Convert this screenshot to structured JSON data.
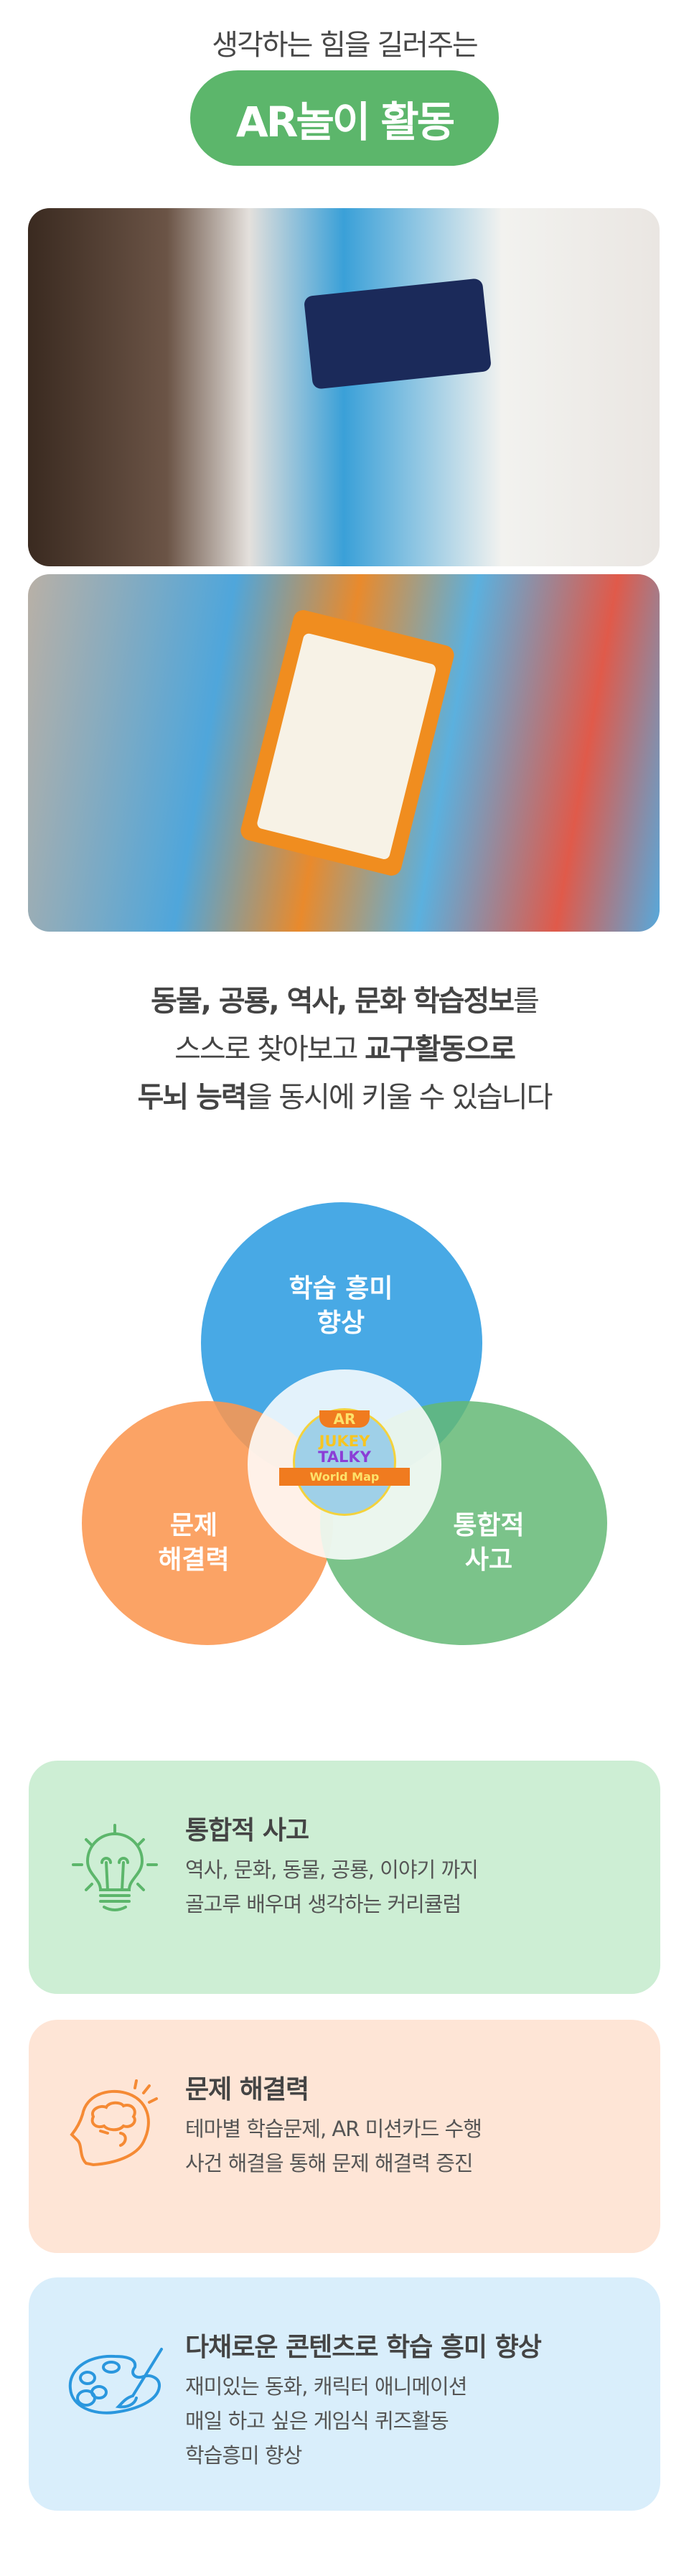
{
  "header": {
    "subtitle": "생각하는 힘을 길러주는",
    "pill_label": "AR놀이 활동",
    "accent": "#5cb66b"
  },
  "intro": {
    "line1_bold": "동물, 공룡, 역사, 문화 학습정보",
    "line1_rest": "를",
    "line2_rest": "스스로 찾아보고 ",
    "line2_bold": "교구활동으로",
    "line3_bold": "두뇌 능력",
    "line3_rest": "을 동시에 키울 수 있습니다"
  },
  "venn": {
    "top": [
      "학습 흥미",
      "향상"
    ],
    "left": [
      "문제",
      "해결력"
    ],
    "right": [
      "통합적",
      "사고"
    ],
    "logo": {
      "badge": "AR",
      "line1": "JUKEY",
      "line2": "TALKY",
      "ribbon": "World Map"
    }
  },
  "cards": [
    {
      "icon": "lightbulb-icon",
      "title": "통합적 사고",
      "desc": [
        "역사, 문화, 동물, 공룡, 이야기 까지",
        "골고루 배우며 생각하는 커리큘럼"
      ],
      "color": "#cdeed4"
    },
    {
      "icon": "brain-head-icon",
      "title": "문제 해결력",
      "desc": [
        "테마별 학습문제, AR 미션카드 수행",
        "사건 해결을 통해 문제 해결력 증진"
      ],
      "color": "#fee5d6"
    },
    {
      "icon": "palette-icon",
      "title": "다채로운 콘텐츠로 학습 흥미 향상",
      "desc": [
        "재미있는 동화, 캐릭터 애니메이션",
        "매일 하고 싶은 게임식 퀴즈활동",
        "학습흥미 향상"
      ],
      "color": "#d9eefb"
    }
  ]
}
